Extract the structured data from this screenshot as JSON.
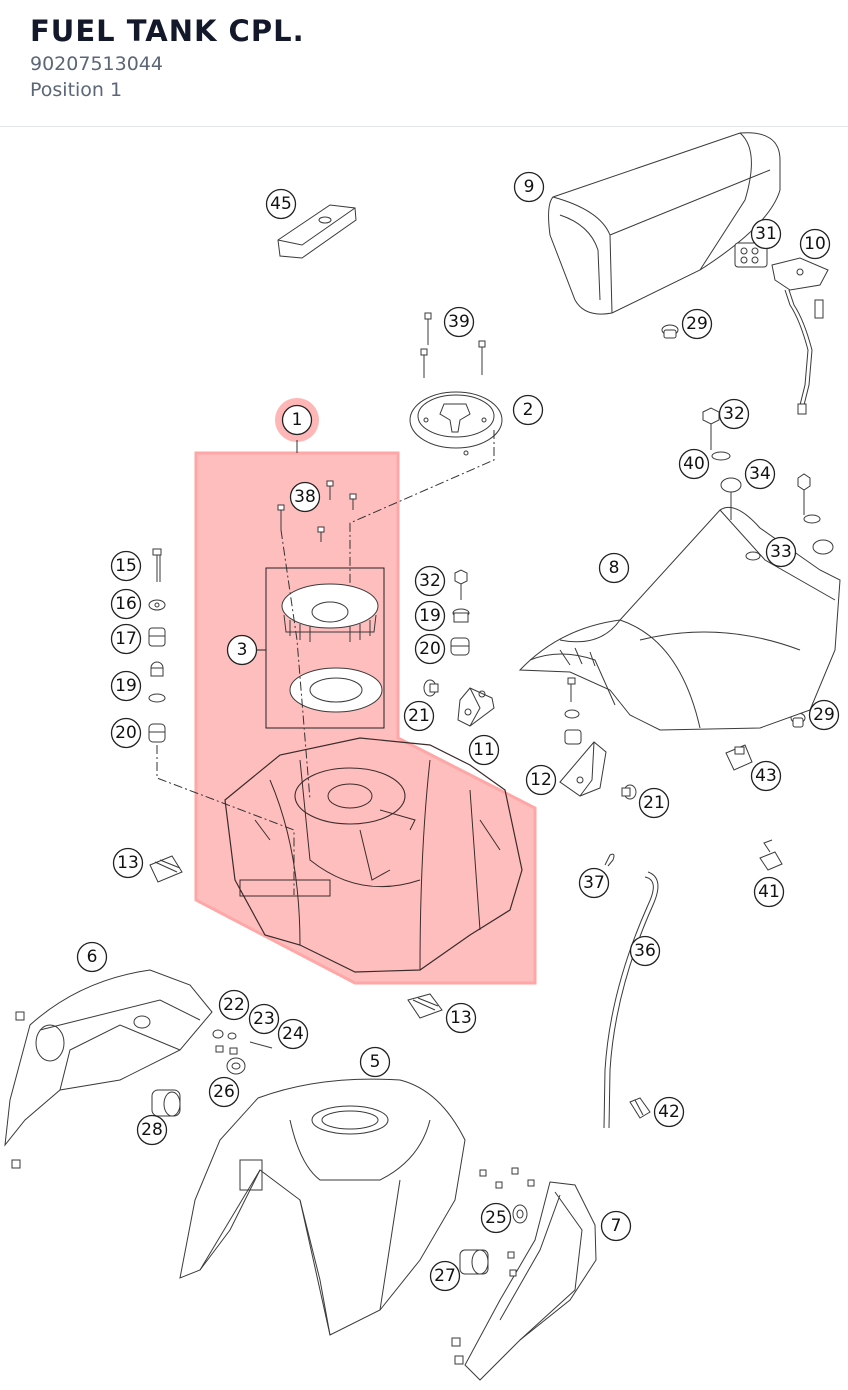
{
  "header": {
    "title": "FUEL TANK CPL.",
    "part_number": "90207513044",
    "position": "Position 1"
  },
  "highlight_color": "#ff9d9d",
  "callouts": {
    "c1": "1",
    "c2": "2",
    "c3": "3",
    "c5": "5",
    "c6": "6",
    "c7": "7",
    "c8": "8",
    "c9": "9",
    "c10": "10",
    "c11": "11",
    "c12": "12",
    "c13a": "13",
    "c13b": "13",
    "c15": "15",
    "c16": "16",
    "c17": "17",
    "c19a": "19",
    "c19b": "19",
    "c20a": "20",
    "c20b": "20",
    "c21a": "21",
    "c21b": "21",
    "c22": "22",
    "c23": "23",
    "c24": "24",
    "c25": "25",
    "c26": "26",
    "c27": "27",
    "c28": "28",
    "c29a": "29",
    "c29b": "29",
    "c31": "31",
    "c32a": "32",
    "c32b": "32",
    "c33": "33",
    "c34": "34",
    "c36": "36",
    "c37": "37",
    "c38": "38",
    "c39": "39",
    "c40": "40",
    "c41": "41",
    "c42": "42",
    "c43": "43",
    "c45": "45"
  }
}
